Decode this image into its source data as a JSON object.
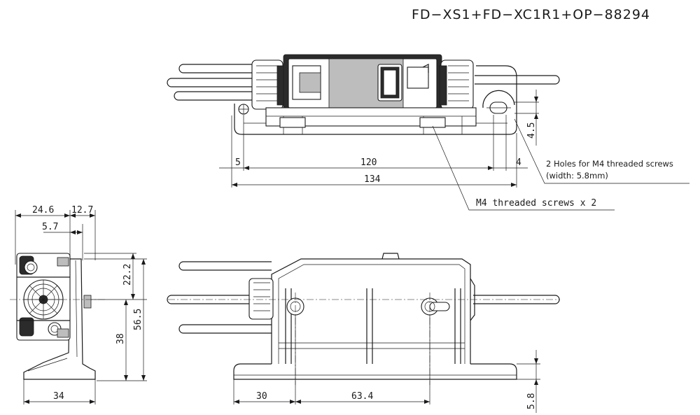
{
  "title": "FD−XS1+FD−XC1R1+OP−88294",
  "top_view": {
    "dims": {
      "left_margin": "5",
      "span": "120",
      "right_margin": "4",
      "overall": "134",
      "height": "4.5"
    },
    "notes": {
      "holes_line1": "2 Holes for M4 threaded screws",
      "holes_line2": "(width: 5.8mm)",
      "screws": "M4 threaded screws x 2"
    }
  },
  "side_view": {
    "dims": {
      "w1": "24.6",
      "w2": "12.7",
      "w3": "5.7",
      "h1": "22.2",
      "h2": "56.5",
      "h3": "38",
      "base": "34"
    }
  },
  "front_view": {
    "dims": {
      "offset": "30",
      "pitch": "63.4",
      "base_thickness": "5.8"
    }
  }
}
